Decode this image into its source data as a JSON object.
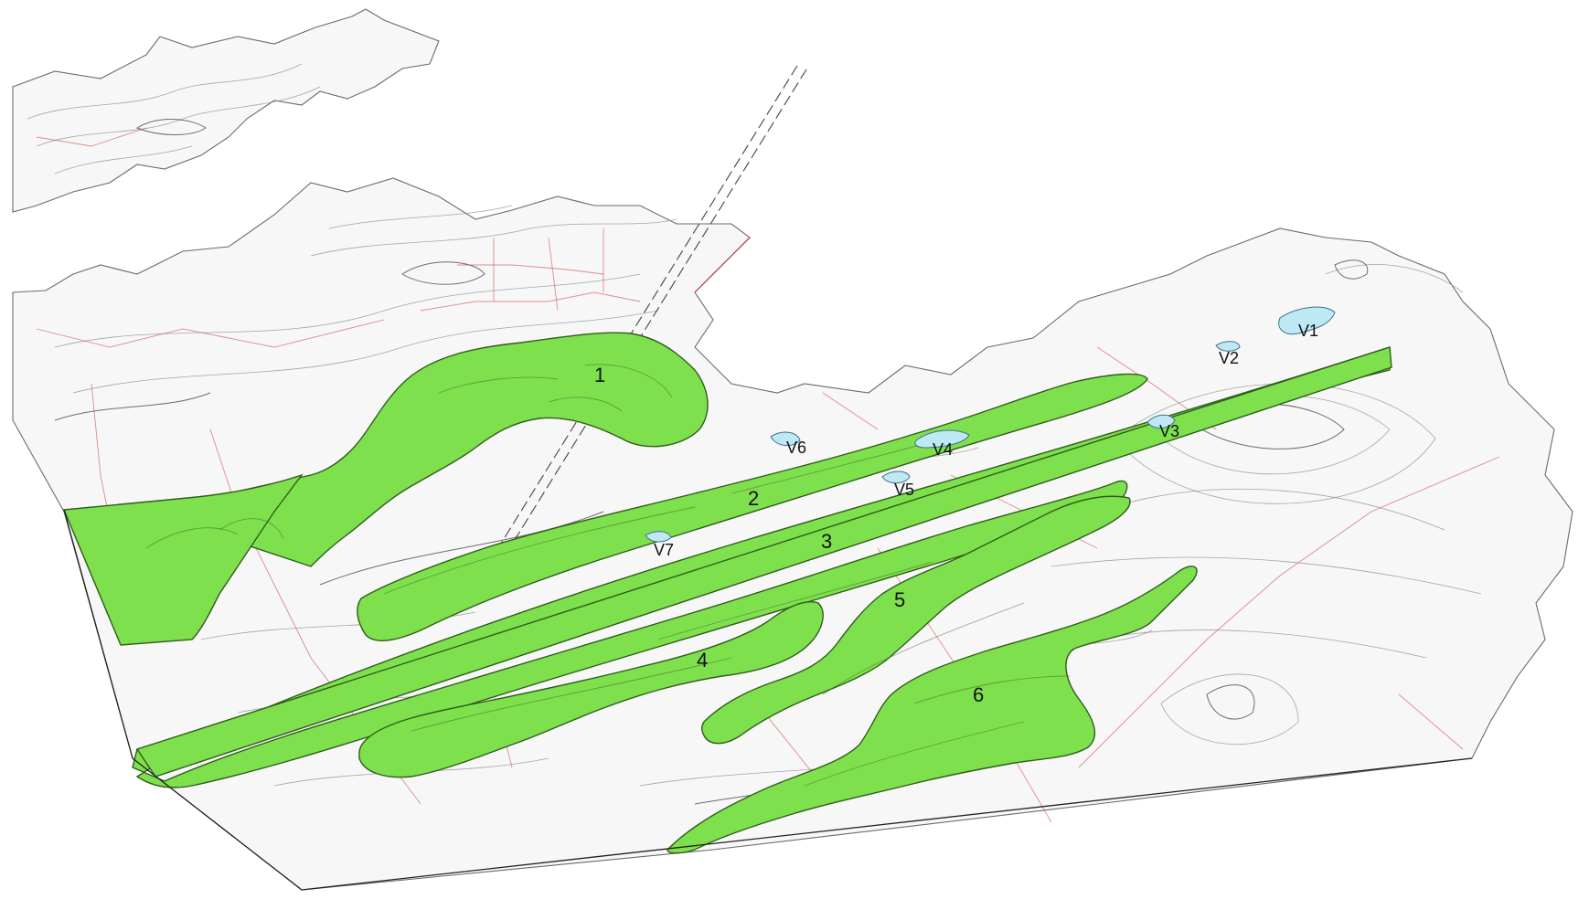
{
  "zones": [
    {
      "id": "zone-1",
      "label": "1"
    },
    {
      "id": "zone-2",
      "label": "2"
    },
    {
      "id": "zone-3",
      "label": "3"
    },
    {
      "id": "zone-4",
      "label": "4"
    },
    {
      "id": "zone-5",
      "label": "5"
    },
    {
      "id": "zone-6",
      "label": "6"
    }
  ],
  "ponds": [
    {
      "id": "pond-v1",
      "label": "V1"
    },
    {
      "id": "pond-v2",
      "label": "V2"
    },
    {
      "id": "pond-v3",
      "label": "V3"
    },
    {
      "id": "pond-v4",
      "label": "V4"
    },
    {
      "id": "pond-v5",
      "label": "V5"
    },
    {
      "id": "pond-v6",
      "label": "V6"
    },
    {
      "id": "pond-v7",
      "label": "V7"
    }
  ],
  "colors": {
    "zone_fill": "#7fe04e",
    "pond_fill": "#bfe8f5",
    "road": "#d45c5c",
    "contour": "#8a8a8a",
    "background": "#ffffff"
  }
}
